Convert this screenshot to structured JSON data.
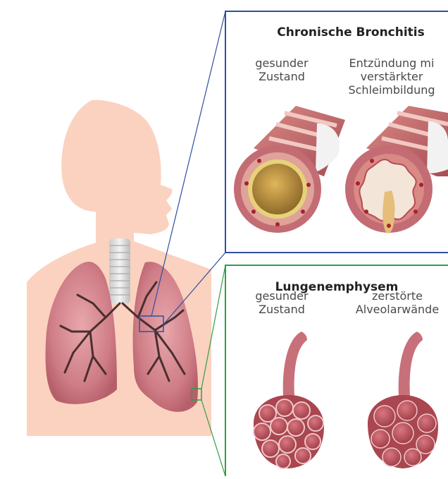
{
  "bronchitis": {
    "title": "Chronische Bronchitis",
    "healthy_label": "gesunder\nZustand",
    "diseased_label": "Entzündung mi\nverstärkter\nSchleimbildung"
  },
  "emphysema": {
    "title": "Lungenemphysem",
    "healthy_label": "gesunder\nZustand",
    "diseased_label": "zerstörte\nAlveolarwände"
  },
  "colors": {
    "bronchitis_frame": "#2e4fa0",
    "emphysema_frame": "#2ea043",
    "body": "#fbd2bf",
    "lung": "#cf7d86",
    "tissue": "#b95a62"
  },
  "icons": [
    "human-silhouette",
    "lungs-icon",
    "trachea-icon",
    "bronchus-cross-section-icon",
    "alveoli-cluster-icon"
  ]
}
